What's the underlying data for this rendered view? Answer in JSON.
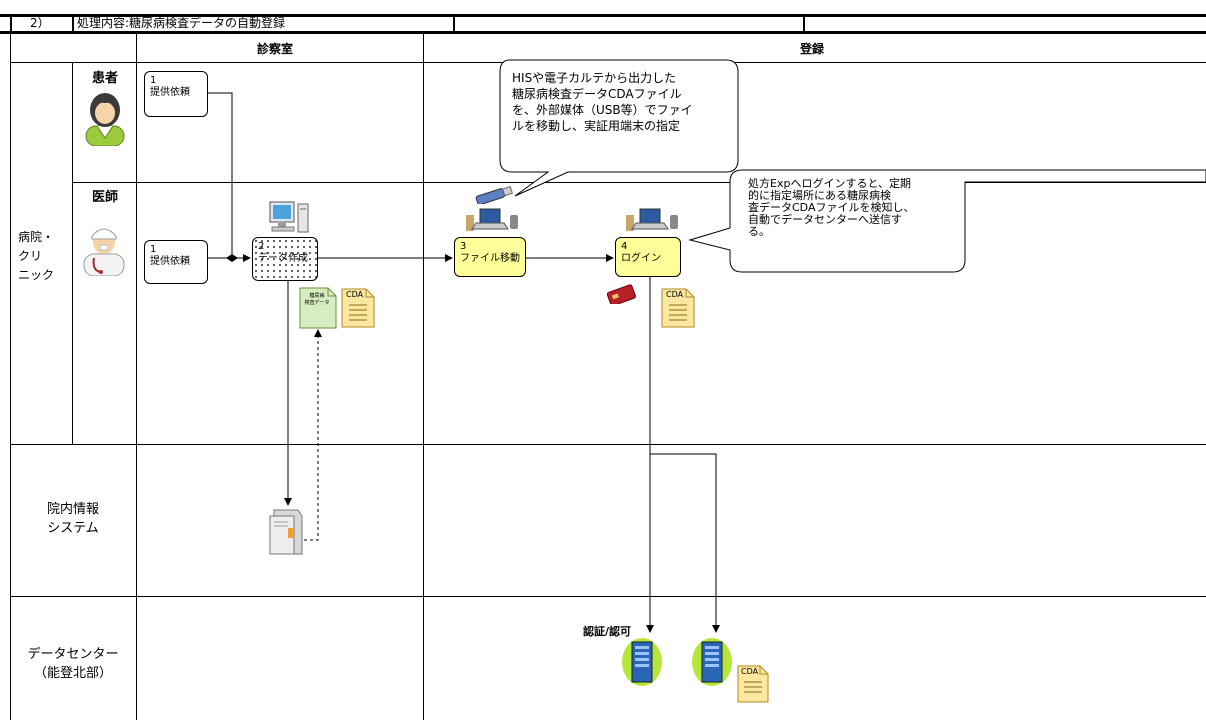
{
  "header": {
    "number": "2）",
    "title": "処理内容:糖尿病検査データの自動登録"
  },
  "columns": {
    "shinsatsu": "診察室",
    "touroku": "登録"
  },
  "lanes": {
    "clinic": [
      "病院・",
      "クリ",
      "ニック"
    ],
    "patient": "患者",
    "doctor": "医師",
    "his": [
      "院内情報",
      "システム"
    ],
    "datacenter": [
      "データセンター",
      "（能登北部）"
    ]
  },
  "processes": {
    "p1_patient": {
      "num": "1",
      "label": "提供依頼"
    },
    "p1_doctor": {
      "num": "1",
      "label": "提供依頼"
    },
    "p2": {
      "num": "2",
      "label": "データ作成"
    },
    "p3": {
      "num": "3",
      "label": "ファイル移動"
    },
    "p4": {
      "num": "4",
      "label": "ログイン"
    }
  },
  "callouts": {
    "usb": [
      "HISや電子カルテから出力した",
      "糖尿病検査データCDAファイル",
      "を、外部媒体（USB等）でファイ",
      "ルを移動し、実証用端末の指定"
    ],
    "login": [
      "処方Expへログインすると、定期",
      "的に指定場所にある糖尿病検",
      "査データCDAファイルを検知し、",
      "自動でデータセンターへ送信す",
      "る。"
    ]
  },
  "docs": {
    "cda": "CDA",
    "doc_label": [
      "糖尿病",
      "検査データ"
    ]
  },
  "auth_label": "認証/認可",
  "icons": [
    "patient-icon",
    "doctor-icon",
    "desktop-pc-icon",
    "laptop-icon",
    "usb-stick-icon",
    "ic-card-icon",
    "server-icon",
    "datacenter-server-icon",
    "cda-document-icon",
    "data-document-icon"
  ]
}
